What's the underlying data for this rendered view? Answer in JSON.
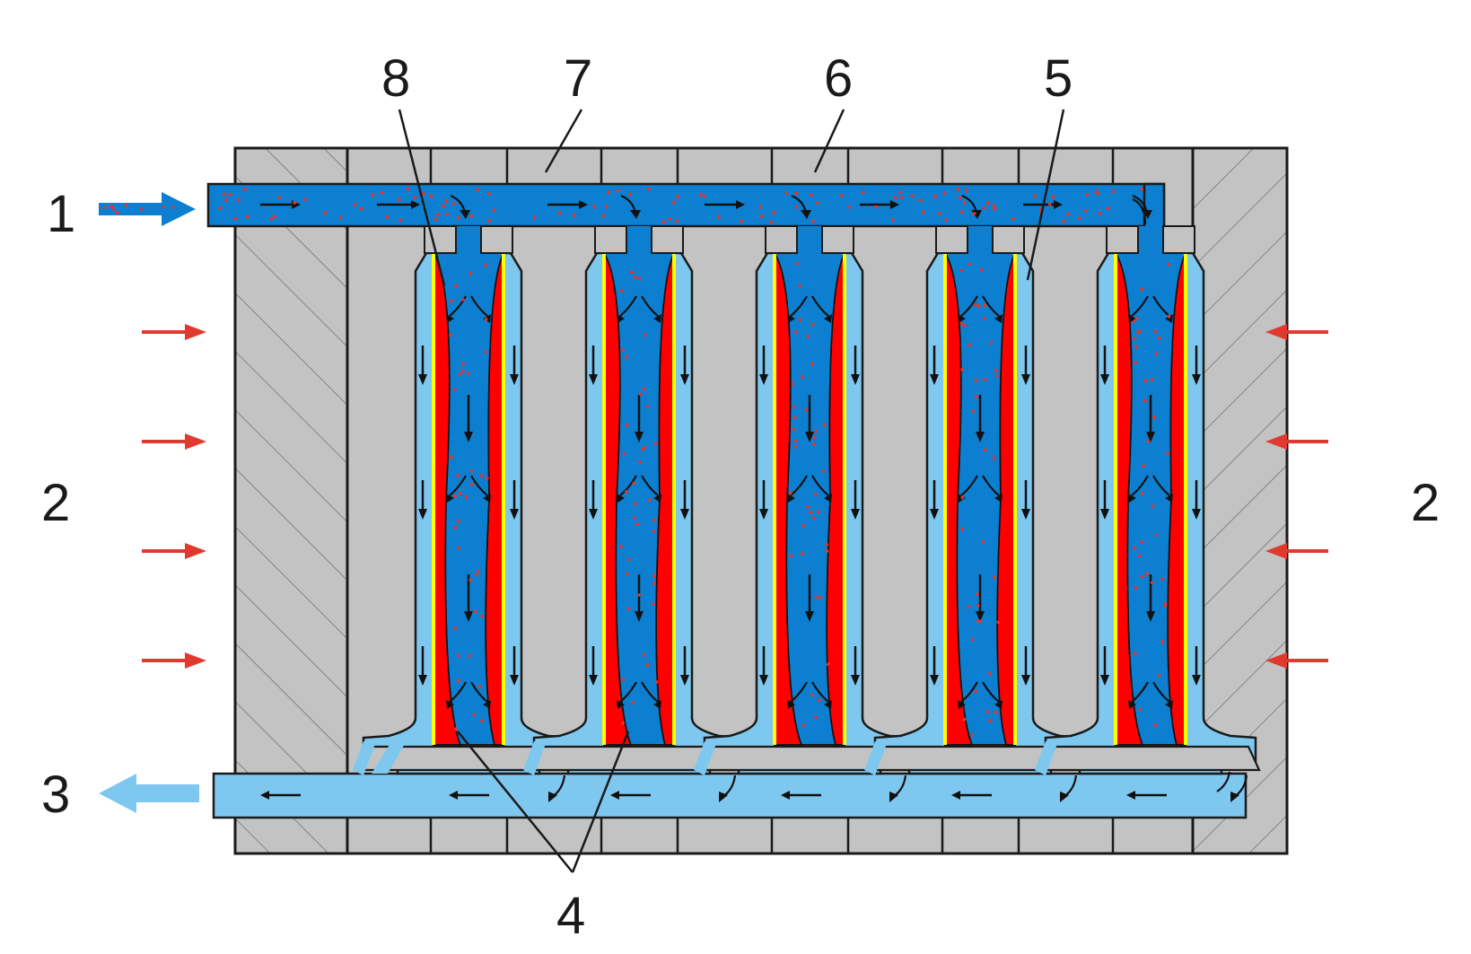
{
  "diagram": {
    "labels": {
      "inlet": "1",
      "pressure_left": "2",
      "pressure_right": "2",
      "outlet": "3",
      "membrane": "4",
      "filter_cloth": "5",
      "filter_plate": "6",
      "filter_frame": "7",
      "filter_cake": "8"
    },
    "chamber_count": 5,
    "pressure_arrows_per_side": 4,
    "colors": {
      "background": "#ffffff",
      "plate": "#c3c3c3",
      "outline": "#1a1a1a",
      "slurry": "#0c7fd0",
      "filtrate": "#7ec8f0",
      "cake": "#ff0000",
      "cloth": "#ffff00",
      "pressure_arrow": "#e03a30",
      "particle": "#e8342a"
    }
  }
}
